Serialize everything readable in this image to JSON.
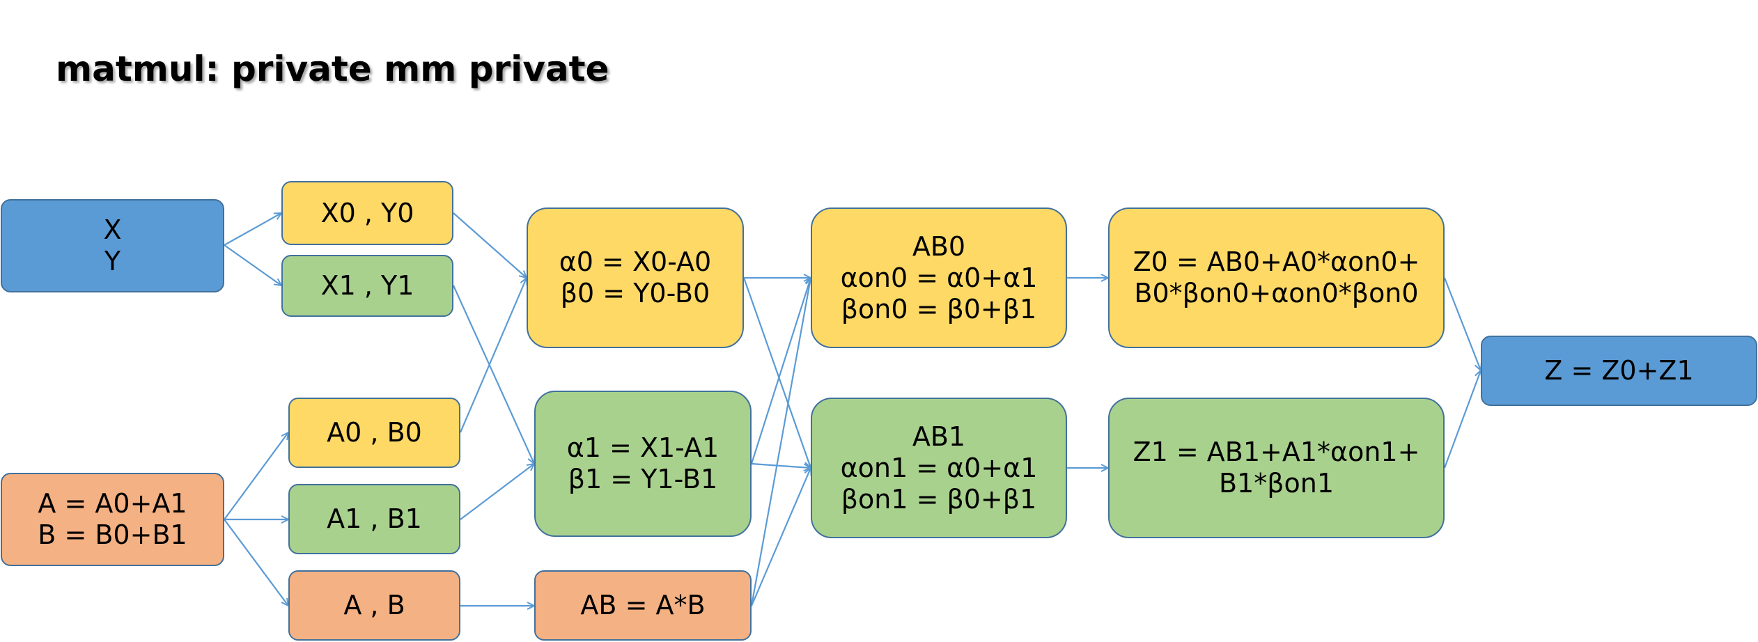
{
  "title": "matmul: private mm private",
  "colors": {
    "blue": "#5b9bd5",
    "yellow": "#ffd966",
    "green": "#a9d18e",
    "orange": "#f4b183",
    "border": "#41719c",
    "arrow": "#5b9bd5"
  },
  "nodes": {
    "xy": "X\nY",
    "x0y0": "X0 , Y0",
    "x1y1": "X1 , Y1",
    "ab_sum": "A = A0+A1\nB = B0+B1",
    "a0b0": "A0 , B0",
    "a1b1": "A1 , B1",
    "a_b": "A , B",
    "alpha0": "α0 = X0-A0\nβ0 = Y0-B0",
    "alpha1": "α1 = X1-A1\nβ1 = Y1-B1",
    "ab_prod": "AB = A*B",
    "ab0": "AB0\nαon0 = α0+α1\nβon0 = β0+β1",
    "ab1": "AB1\nαon1 = α0+α1\nβon1 = β0+β1",
    "z0": "Z0 = AB0+A0*αon0+\nB0*βon0+αon0*βon0",
    "z1": "Z1 = AB1+A1*αon1+\nB1*βon1",
    "z": "Z = Z0+Z1"
  }
}
